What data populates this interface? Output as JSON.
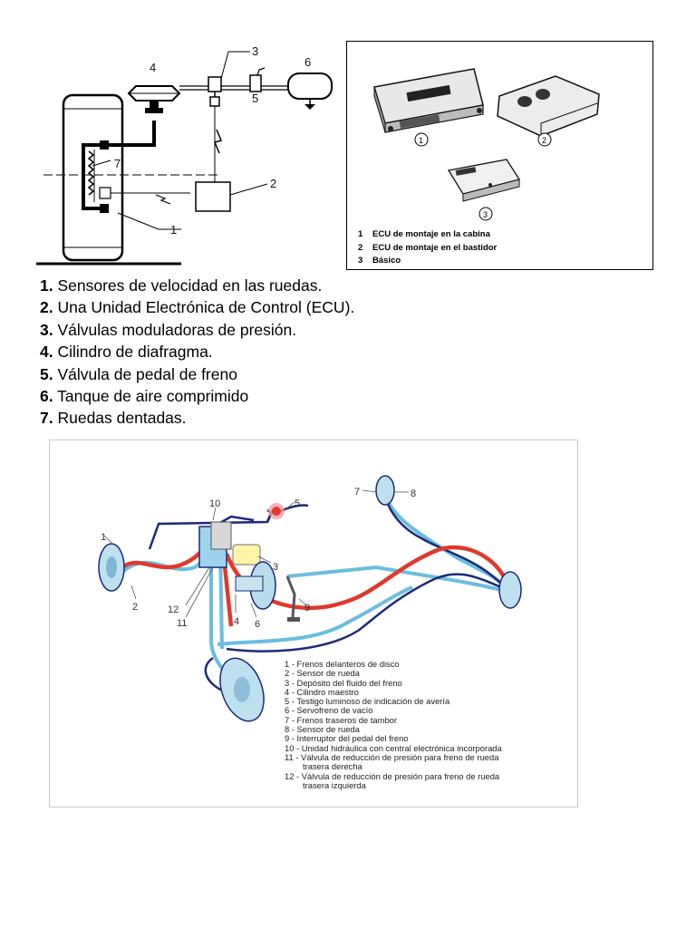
{
  "diagram_labels": [
    "1",
    "2",
    "3",
    "4",
    "5",
    "6",
    "7"
  ],
  "components": [
    {
      "num": "1.",
      "text": " Sensores de velocidad en las ruedas."
    },
    {
      "num": "2.",
      "text": " Una Unidad Electrónica de Control (ECU)."
    },
    {
      "num": "3.",
      "text": " Válvulas moduladoras de presión."
    },
    {
      "num": "4.",
      "text": " Cilindro de diafragma."
    },
    {
      "num": "5.",
      "text": " Válvula de pedal de freno"
    },
    {
      "num": "6.",
      "text": " Tanque de aire comprimido"
    },
    {
      "num": "7.",
      "text": " Ruedas dentadas."
    }
  ],
  "ecu_panel": {
    "unit_markers": [
      "1",
      "2",
      "3"
    ],
    "captions": [
      {
        "num": "1",
        "text": "ECU de montaje en la cabina"
      },
      {
        "num": "2",
        "text": "ECU de montaje en el bastidor"
      },
      {
        "num": "3",
        "text": "Básico"
      }
    ]
  },
  "abs_diagram": {
    "callouts": [
      "1",
      "2",
      "3",
      "4",
      "5",
      "6",
      "7",
      "8",
      "9",
      "10",
      "11",
      "12"
    ],
    "legend": [
      "1 - Frenos delanteros de disco",
      "2 - Sensor de rueda",
      "3 - Depósito del fluido del freno",
      "4 - Cilindro maestro",
      "5 - Testigo luminoso de indicación de avería",
      "6 - Servofreno de vacío",
      "7 - Frenos traseros de tambor",
      "8 - Sensor de rueda",
      "9 - Interruptor del pedal del freno",
      "10 - Unidad hidráulica con central electrónica incorporada",
      "11 - Válvula de reducción de presión para freno de rueda",
      "trasera derecha",
      "12 - Válvula de reducción de presión para freno de rueda",
      "trasera izquierda"
    ]
  },
  "colors": {
    "hydraulic_red": "#e0392b",
    "line_blue": "#1c2a7a",
    "line_light_blue": "#6bbde0"
  }
}
